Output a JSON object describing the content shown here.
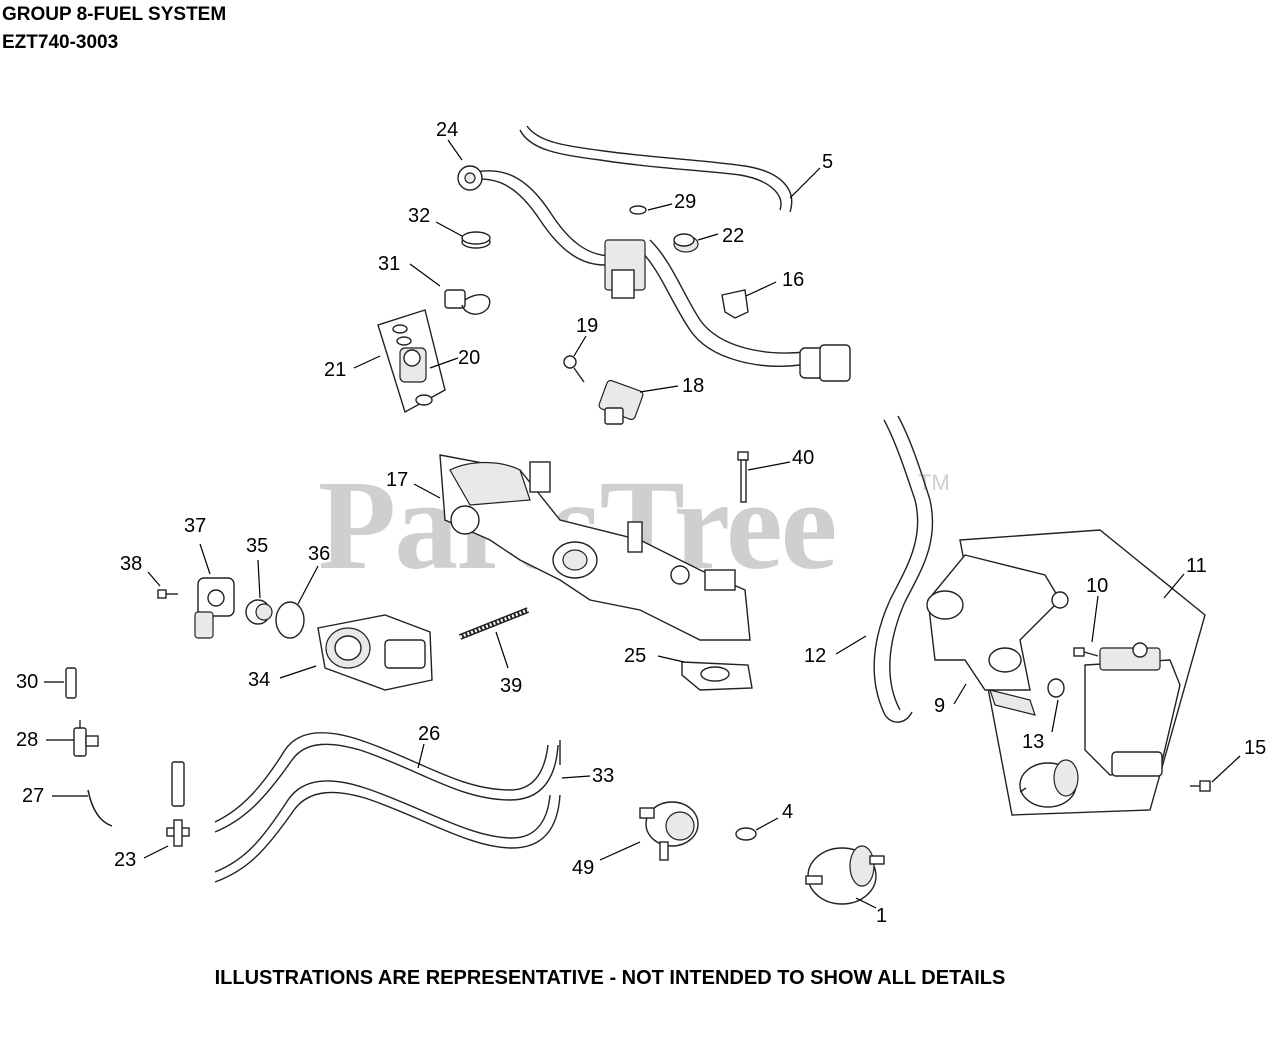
{
  "header": {
    "line1": "GROUP 8-FUEL SYSTEM",
    "line2": "EZT740-3003"
  },
  "footer": {
    "note": "ILLUSTRATIONS ARE REPRESENTATIVE - NOT INTENDED TO SHOW ALL DETAILS"
  },
  "watermark": {
    "text": "PartsTree",
    "mark": "TM"
  },
  "callouts": [
    "1",
    "4",
    "5",
    "9",
    "10",
    "11",
    "12",
    "13",
    "15",
    "16",
    "17",
    "18",
    "19",
    "20",
    "21",
    "22",
    "23",
    "24",
    "25",
    "26",
    "27",
    "28",
    "29",
    "30",
    "31",
    "32",
    "33",
    "34",
    "35",
    "36",
    "37",
    "38",
    "39",
    "40",
    "49"
  ]
}
